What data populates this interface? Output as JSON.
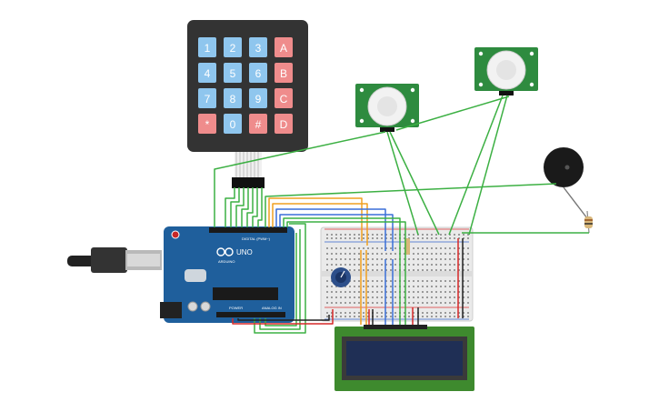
{
  "keypad": {
    "keys": [
      [
        "1",
        "2",
        "3",
        "A"
      ],
      [
        "4",
        "5",
        "6",
        "B"
      ],
      [
        "7",
        "8",
        "9",
        "C"
      ],
      [
        "*",
        "0",
        "#",
        "D"
      ]
    ]
  },
  "arduino": {
    "model": "UNO",
    "brand": "ARDUINO",
    "digital_label": "DIGITAL (PWM~)",
    "power_label": "POWER",
    "analog_label": "ANALOG IN"
  },
  "colors": {
    "wire_green": "#3cb043",
    "wire_orange": "#f0a020",
    "wire_blue": "#3a6fd8",
    "wire_red": "#d62828",
    "wire_black": "#222222",
    "arduino_blue": "#1f5f9c",
    "keypad_blue": "#8fc6ee",
    "keypad_red": "#ef8c8c",
    "lcd_green": "#3e8a2e",
    "lcd_screen": "#1f2f55"
  }
}
